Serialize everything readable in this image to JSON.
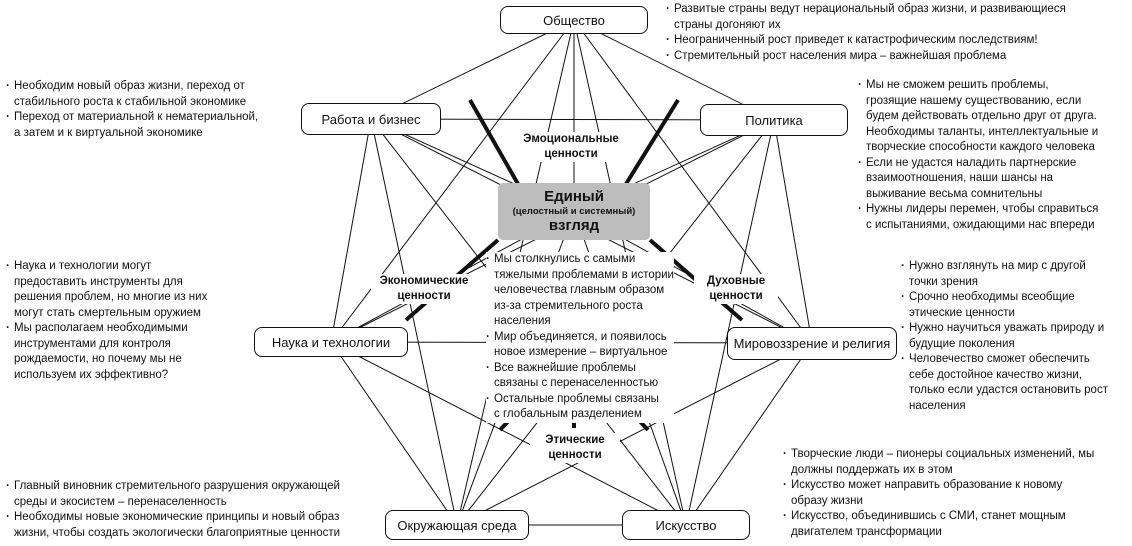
{
  "nodes": {
    "society": "Общество",
    "work": "Работа и бизнес",
    "politics": "Политика",
    "science": "Наука и технологии",
    "worldview": "Мировоззрение и религия",
    "environment": "Окружающая среда",
    "art": "Искусство"
  },
  "center": {
    "line1": "Единый",
    "line2": "(целостный и системный)",
    "line3": "взгляд"
  },
  "values": {
    "emotional": [
      "Эмоциональные",
      "ценности"
    ],
    "economic": [
      "Экономические",
      "ценности"
    ],
    "spiritual": [
      "Духовные",
      "ценности"
    ],
    "ethical": [
      "Этические",
      "ценности"
    ]
  },
  "notes": {
    "society": [
      [
        "Развитые страны ведут нерациональный образ жизни, и развивающиеся",
        "страны догоняют их"
      ],
      [
        "Неограниченный рост приведет к катастрофическим последствиям!"
      ],
      [
        "Стремительный рост населения мира – важнейшая проблема"
      ]
    ],
    "work": [
      [
        "Необходим новый образ жизни, переход от",
        "стабильного роста к стабильной экономике"
      ],
      [
        "Переход от материальной к нематериальной,",
        "а затем и к виртуальной экономике"
      ]
    ],
    "politics": [
      [
        "Мы не сможем решить проблемы,",
        "грозящие нашему существованию, если",
        "будем действовать отдельно друг от друга.",
        "Необходимы таланты, интеллектуальные и",
        "творческие способности каждого человека"
      ],
      [
        "Если не удастся наладить партнерские",
        "взаимоотношения, наши шансы на",
        "выживание весьма сомнительны"
      ],
      [
        "Нужны лидеры перемен, чтобы справиться",
        "с испытаниями, ожидающими нас впереди"
      ]
    ],
    "science": [
      [
        "Наука и технологии могут",
        "предоставить инструменты для",
        "решения проблем, но многие из них",
        "могут стать смертельным оружием"
      ],
      [
        "Мы располагаем необходимыми",
        "инструментами для контроля",
        "рождаемости, но почему мы не",
        "используем их эффективно?"
      ]
    ],
    "center": [
      [
        "Мы столкнулись с самыми",
        "тяжелыми проблемами в истории",
        "человечества главным образом",
        "из-за стремительного роста",
        "населения"
      ],
      [
        "Мир объединяется, и появилось",
        "новое измерение – виртуальное"
      ],
      [
        "Все важнейшие проблемы",
        "связаны с перенаселенностью"
      ],
      [
        "Остальные проблемы связаны",
        "с глобальным разделением"
      ]
    ],
    "worldview": [
      [
        "Нужно взглянуть на мир с другой",
        "точки зрения"
      ],
      [
        "Срочно необходимы всеобщие",
        "этические ценности"
      ],
      [
        "Нужно научиться уважать природу и",
        "будущие поколения"
      ],
      [
        "Человечество сможет обеспечить",
        "себе достойное качество жизни,",
        "только если удастся остановить рост",
        "населения"
      ]
    ],
    "environment": [
      [
        "Главный виновник стремительного разрушения окружающей",
        "среды и экосистем – перенаселенность"
      ],
      [
        "Необходимы новые экономические принципы и новый образ",
        "жизни, чтобы создать экологически благоприятные ценности"
      ]
    ],
    "art": [
      [
        "Творческие люди – пионеры социальных изменений, мы",
        "должны поддержать их в этом"
      ],
      [
        "Искусство может направить образование к новому",
        "образу жизни"
      ],
      [
        "Искусство, объединившись с СМИ, станет мощным",
        "двигателем трансформации"
      ]
    ]
  }
}
